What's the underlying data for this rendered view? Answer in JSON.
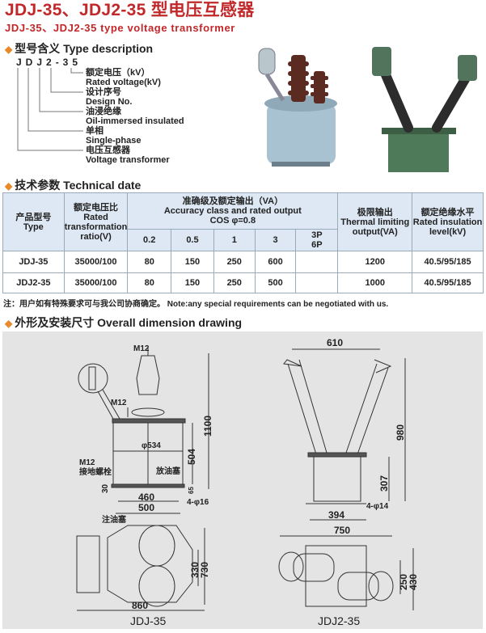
{
  "title_cn": "JDJ-35、JDJ2-35 型电压互感器",
  "title_en": "JDJ-35、JDJ2-35 type voltage transformer",
  "type_desc": {
    "heading": "型号含义 Type description",
    "code": "JDJ2-35",
    "items": [
      {
        "cn": "额定电压（kV）",
        "en": "Rated voltage(kV)"
      },
      {
        "cn": "设计序号",
        "en": "Design No."
      },
      {
        "cn": "油浸绝缘",
        "en": "Oil-immersed insulated"
      },
      {
        "cn": "单相",
        "en": "Single-phase"
      },
      {
        "cn": "电压互感器",
        "en": "Voltage transformer"
      }
    ]
  },
  "tech": {
    "heading": "技术参数 Technical date",
    "headers": {
      "type_cn": "产品型号",
      "type_en": "Type",
      "ratio_cn": "额定电压比",
      "ratio_en": "Rated transformation ratio(V)",
      "acc_cn": "准确级及额定输出（VA）",
      "acc_en": "Accuracy class and rated output",
      "acc_cos": "COS φ=0.8",
      "classes": [
        "0.2",
        "0.5",
        "1",
        "3",
        "3P 6P"
      ],
      "thermal_cn": "极限输出",
      "thermal_en": "Thermal limiting output(VA)",
      "ins_cn": "额定绝缘水平",
      "ins_en": "Rated insulation level(kV)"
    },
    "rows": [
      [
        "JDJ-35",
        "35000/100",
        "80",
        "150",
        "250",
        "600",
        "",
        "1200",
        "40.5/95/185"
      ],
      [
        "JDJ2-35",
        "35000/100",
        "80",
        "150",
        "250",
        "500",
        "",
        "1000",
        "40.5/95/185"
      ]
    ],
    "note": "注：用户如有特殊要求可与我公司协商确定。 Note:any special requirements can be negotiated with us."
  },
  "drawing": {
    "heading": "外形及安装尺寸 Overall dimension drawing",
    "jdj": {
      "name": "JDJ-35",
      "m12_top": "M12",
      "m12_mid": "M12",
      "m12_ground": "M12",
      "ground_bolt": "接地螺栓",
      "drain": "放油塞",
      "fill": "注油塞",
      "d534": "φ534",
      "h1100": "1100",
      "h504": "504",
      "h30": "30",
      "h65": "65",
      "w460": "460",
      "w500": "500",
      "holes": "4-φ16",
      "h330": "330",
      "h730": "730",
      "w860": "860"
    },
    "jdj2": {
      "name": "JDJ2-35",
      "w610": "610",
      "h980": "980",
      "h307": "307",
      "holes": "4-φ14",
      "w394": "394",
      "w750": "750",
      "h250": "250",
      "h430": "430"
    }
  }
}
